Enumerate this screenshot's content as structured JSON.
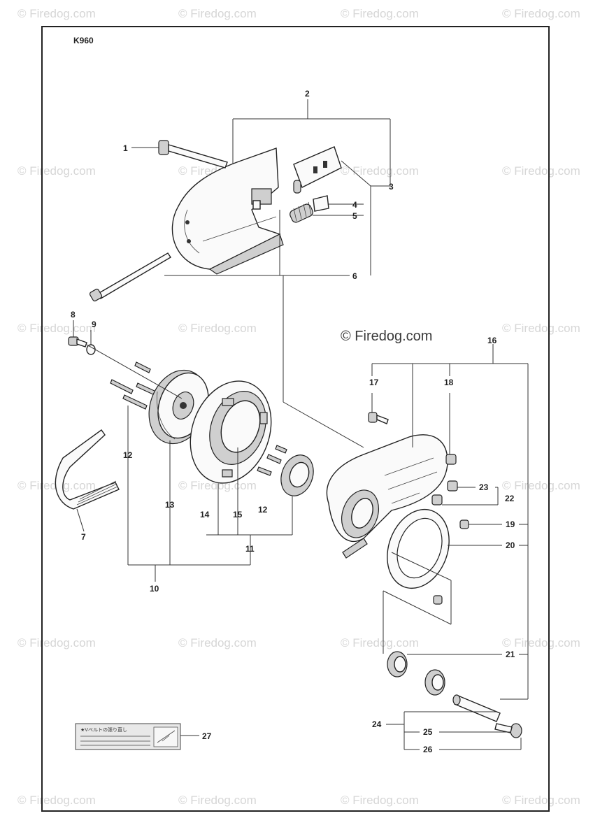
{
  "model_label": "K960",
  "watermark_text": "© Firedog.com",
  "center_watermark": "© Firedog.com",
  "sticker_text": "★Vベルトの張り直し",
  "callouts": {
    "c1": "1",
    "c2": "2",
    "c3": "3",
    "c4": "4",
    "c5": "5",
    "c6": "6",
    "c7": "7",
    "c8": "8",
    "c9": "9",
    "c10": "10",
    "c11": "11",
    "c12a": "12",
    "c12b": "12",
    "c13": "13",
    "c14": "14",
    "c15": "15",
    "c16": "16",
    "c17": "17",
    "c18": "18",
    "c19": "19",
    "c20": "20",
    "c21": "21",
    "c22": "22",
    "c23": "23",
    "c24": "24",
    "c25": "25",
    "c26": "26",
    "c27": "27"
  },
  "colors": {
    "frame": "#222222",
    "watermark": "#d6d6d6",
    "part_fill": "#fafafa",
    "shade": "#cfcfcf"
  }
}
